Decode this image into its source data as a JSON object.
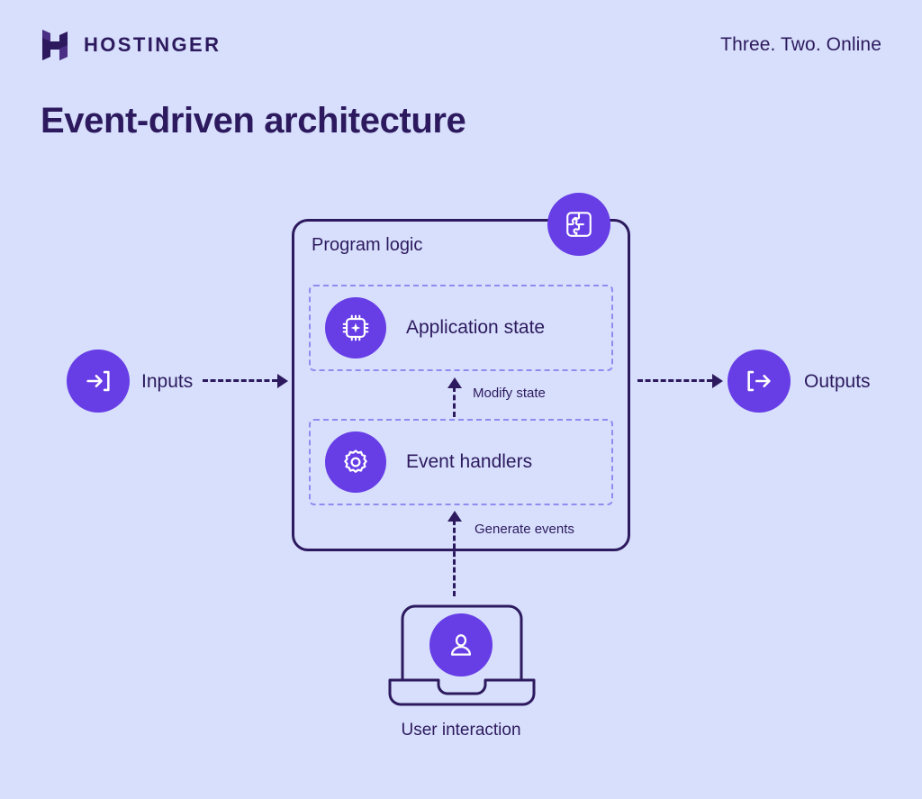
{
  "header": {
    "brand_name": "HOSTINGER",
    "brand_mark_icon": "hostinger-h-logo-icon",
    "tagline": "Three. Two. Online"
  },
  "title": "Event-driven architecture",
  "colors": {
    "background": "#d7dffc",
    "ink": "#2d1a5e",
    "accent_purple": "#673de6",
    "dashed_panel": "#8f8bf0"
  },
  "diagram": {
    "type": "flow-diagram",
    "program_box": {
      "label": "Program logic",
      "badge_icon": "puzzle-piece-icon",
      "panels": [
        {
          "label": "Application state",
          "icon": "cpu-chip-sparkle-icon"
        },
        {
          "label": "Event handlers",
          "icon": "gear-icon"
        }
      ]
    },
    "flows": [
      {
        "from": "Inputs",
        "to": "Program logic",
        "label": "",
        "style": "dashed",
        "direction": "right"
      },
      {
        "from": "Program logic",
        "to": "Outputs",
        "label": "",
        "style": "dashed",
        "direction": "right"
      },
      {
        "from": "Event handlers",
        "to": "Application state",
        "label": "Modify state",
        "style": "dashed",
        "direction": "up"
      },
      {
        "from": "User interaction",
        "to": "Event handlers",
        "label": "Generate events",
        "style": "dashed",
        "direction": "up"
      }
    ],
    "nodes": {
      "inputs": {
        "label": "Inputs",
        "icon": "arrow-into-bracket-icon"
      },
      "outputs": {
        "label": "Outputs",
        "icon": "arrow-out-of-bracket-icon"
      },
      "user": {
        "label": "User interaction",
        "icon": "user-person-icon",
        "device_icon": "laptop-icon"
      }
    },
    "labels": {
      "modify_state": "Modify state",
      "generate_events": "Generate events"
    }
  }
}
